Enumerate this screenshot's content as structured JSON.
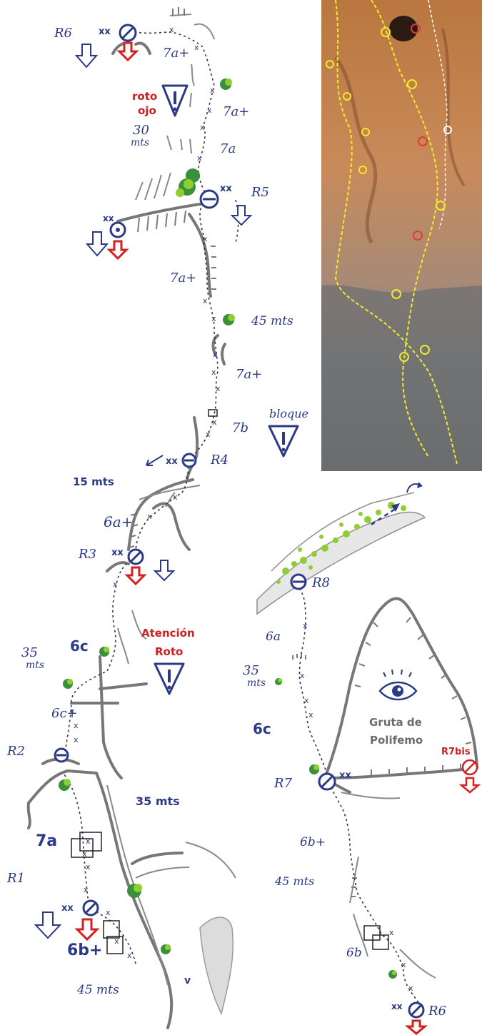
{
  "belays": {
    "r1": "R1",
    "r2": "R2",
    "r3": "R3",
    "r4": "R4",
    "r5": "R5",
    "r6": "R6",
    "r6b": "R6",
    "r7": "R7",
    "r7bis": "R7bis",
    "r8": "R8"
  },
  "grades": {
    "p1_7a": "7a",
    "p1_6b": "6b+",
    "p2_6c_plus": "6c+",
    "p2_6c": "6c",
    "p3_6a": "6a+",
    "p4_7b": "7b",
    "p4_7a_plus_low": "7a+",
    "p4_7a_plus_mid": "7a+",
    "p5_7a": "7a",
    "p5_7a_plus": "7a+",
    "p5_7a_plus_top": "7a+",
    "p6_6b": "6b",
    "p6_6b_plus": "6b+",
    "p7_6c": "6c",
    "p7_6a": "6a"
  },
  "lengths": {
    "l45_bottom": "45 mts",
    "l35_a": "35 mts",
    "l35_b": "35",
    "l35_b_unit": "mts",
    "l15": "15 mts",
    "l45_mid": "45 mts",
    "l30": "30",
    "l30_unit": "mts",
    "l45_right": "45 mts",
    "l35_right": "35",
    "l35_right_unit": "mts"
  },
  "notes": {
    "atencion": "Atención",
    "roto": "Roto",
    "roto_ojo_1": "roto",
    "roto_ojo_2": "ojo",
    "bloque": "bloque",
    "gruta_1": "Gruta de",
    "gruta_2": "Polifemo",
    "anchor_xx": "xx",
    "bolt_x": "x",
    "mark_v": "v"
  },
  "colors": {
    "ink": "#2b3a86",
    "warning_red": "#cc1f1f",
    "rock": "#777777",
    "bush_dark": "#3c8f3c",
    "bush_light": "#8ccf2f",
    "photo_rock_warm": "#c98a5a",
    "photo_rock_grey": "#7f7f80",
    "photo_line": "#f2ea2a"
  }
}
